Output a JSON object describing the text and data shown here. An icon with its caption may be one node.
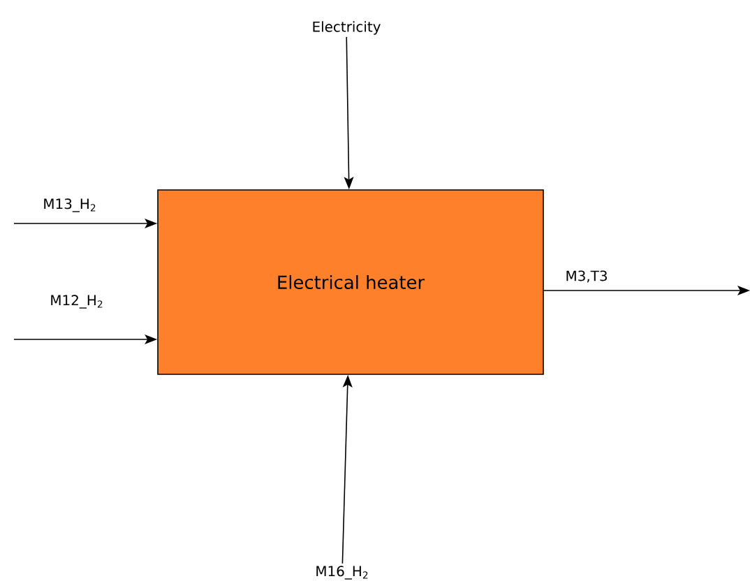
{
  "diagram": {
    "nodes": [
      {
        "text": [
          "Electricity"
        ]
      },
      {
        "text": [
          "Electrical heater"
        ]
      },
      {
        "text": [
          "M16_H$_{2}$"
        ]
      }
    ],
    "edges": [
      {
        "from": 0,
        "to": 1,
        "arrow": "to"
      },
      {
        "from": null,
        "to": 1,
        "arrow": "to",
        "label": "M13_H$_{2}$"
      },
      {
        "from": null,
        "to": 1,
        "arrow": "to",
        "label": "M12_H$_{2}$"
      },
      {
        "from": 2,
        "to": 1,
        "arrow": "to"
      },
      {
        "from": 1,
        "to": null,
        "arrow": "to",
        "label": "M3,T3"
      }
    ]
  }
}
